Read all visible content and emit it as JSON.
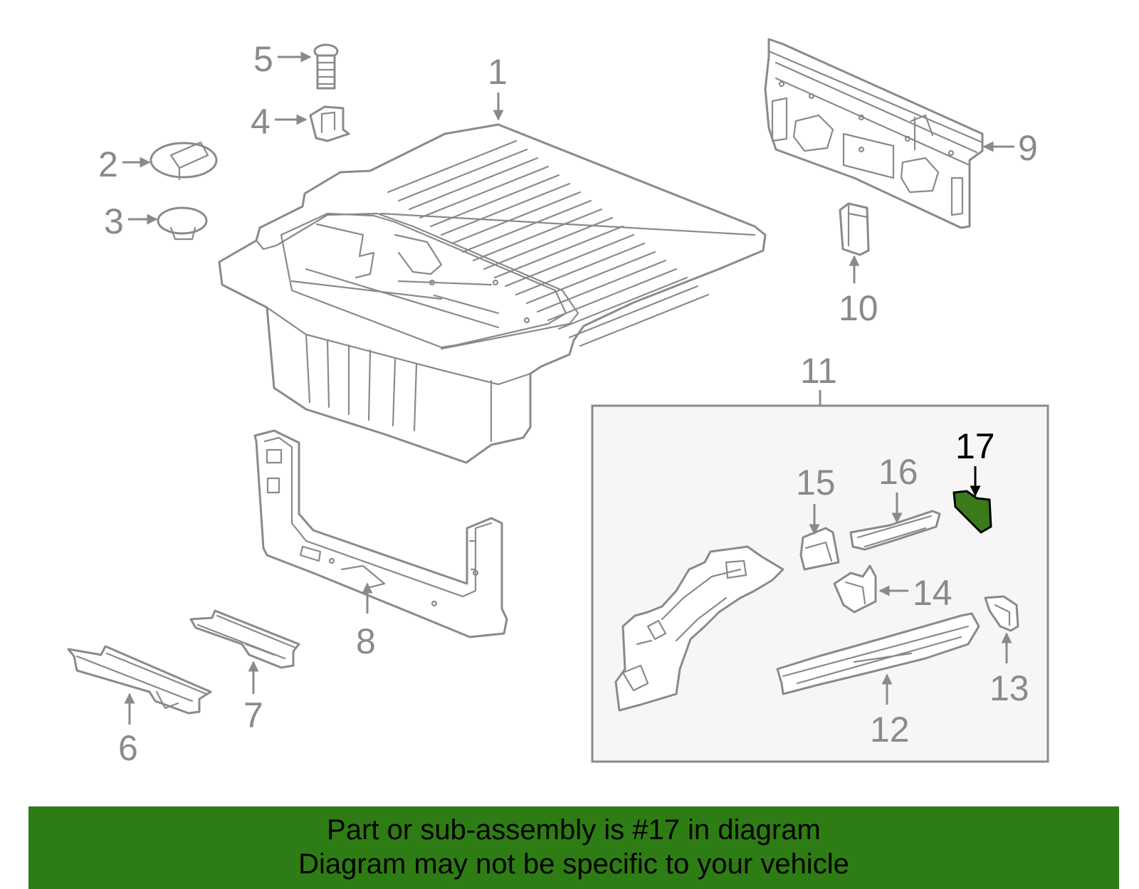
{
  "callouts": {
    "c1": "1",
    "c2": "2",
    "c3": "3",
    "c4": "4",
    "c5": "5",
    "c6": "6",
    "c7": "7",
    "c8": "8",
    "c9": "9",
    "c10": "10",
    "c11": "11",
    "c12": "12",
    "c13": "13",
    "c14": "14",
    "c15": "15",
    "c16": "16",
    "c17": "17"
  },
  "highlighted_part": "17",
  "colors": {
    "line": "#8a8a8a",
    "highlight_fill": "#3a7a1a",
    "banner": "#2e7d14",
    "inset_background": "#f6f6f6"
  },
  "banner": {
    "line1": "Part or sub-assembly is #17 in diagram",
    "line2": "Diagram may not be specific to your vehicle"
  }
}
